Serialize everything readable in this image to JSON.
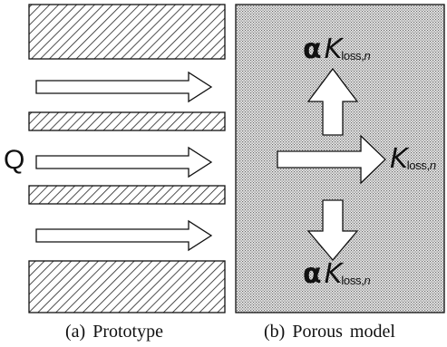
{
  "left_panel": {
    "caption": "(a)  Prototype",
    "flow_label": "Q"
  },
  "right_panel": {
    "caption": "(b)  Porous  model",
    "labels": {
      "top": {
        "alpha": "α",
        "k": "K",
        "sub_text": "loss,",
        "sub_n": "n"
      },
      "right": {
        "alpha": "",
        "k": "K",
        "sub_text": "loss,",
        "sub_n": "n"
      },
      "bottom": {
        "alpha": "α",
        "k": "K",
        "sub_text": "loss,",
        "sub_n": "n"
      }
    }
  },
  "colors": {
    "stroke": "#111111",
    "porous_dot": "#6a6a6a",
    "porous_bg": "#ececec",
    "arrow_fill": "#ffffff"
  }
}
